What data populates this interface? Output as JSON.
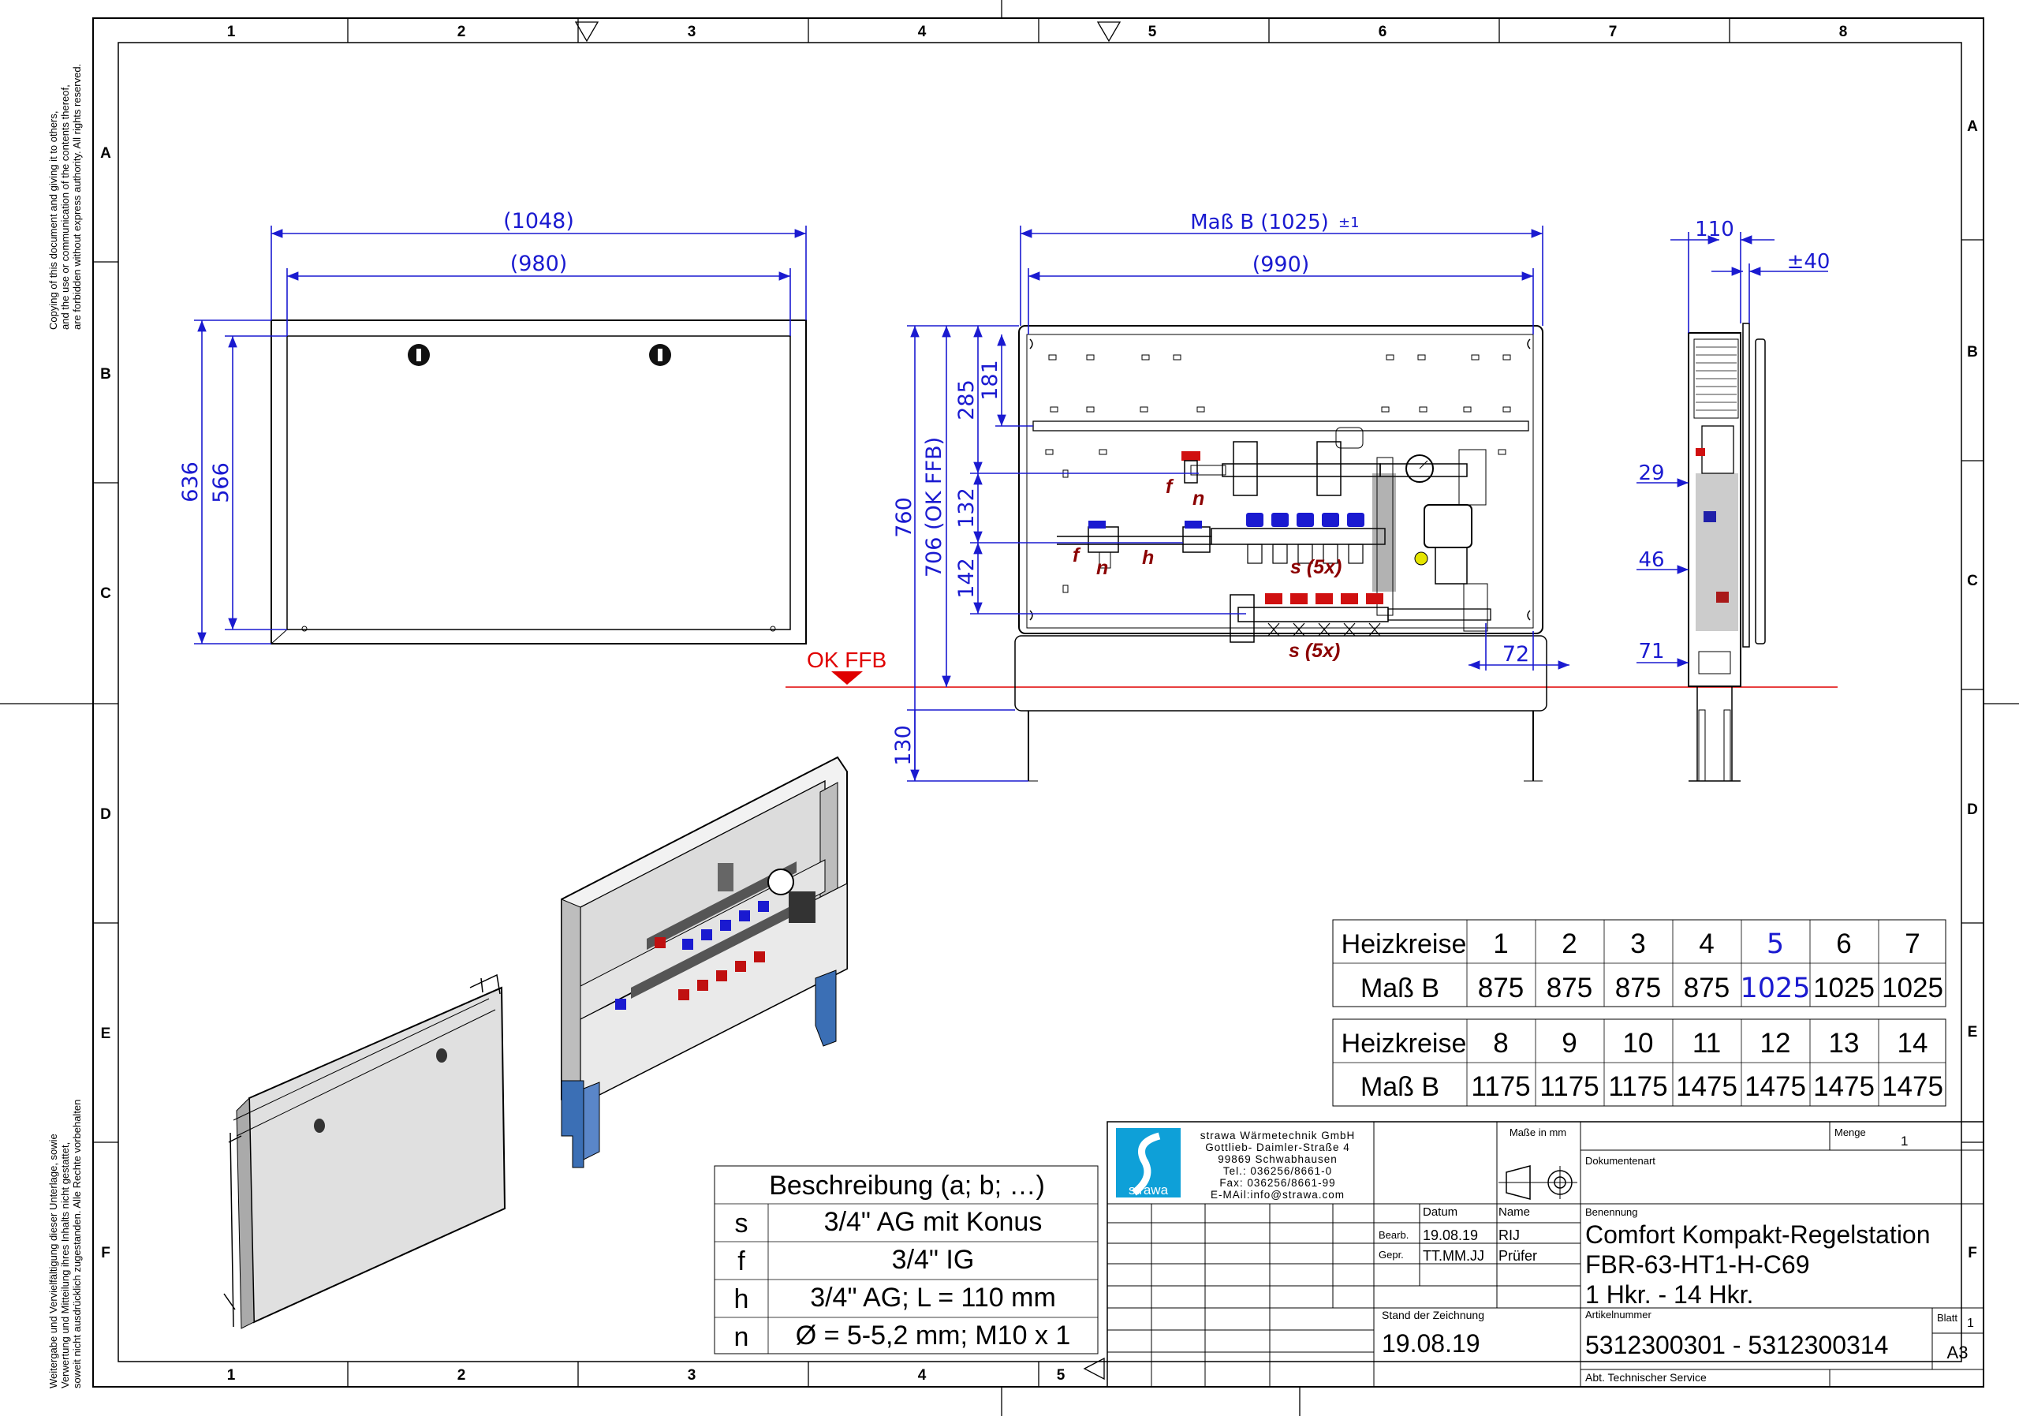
{
  "grid": {
    "columns": [
      "1",
      "2",
      "3",
      "4",
      "5",
      "6",
      "7",
      "8"
    ],
    "bottom_columns": [
      "1",
      "2",
      "3",
      "4",
      "5"
    ],
    "rows": [
      "A",
      "B",
      "C",
      "D",
      "E",
      "F"
    ]
  },
  "copyright_en": [
    "Copying of this document and giving it to others,",
    "and the use or communication of the contents thereof,",
    "are forbidden without express authority. All rights reserved."
  ],
  "copyright_de": [
    "Weitergabe und Vervielfältigung dieser Unterlage, sowie",
    "Verwertung und Mitteilung ihres Inhalts nicht gestattet,",
    "soweit nicht ausdrücklich zugestanden. Alle Rechte vorbehalten"
  ],
  "dimensions": {
    "front_outer_width": "(1048)",
    "front_inner_width": "(980)",
    "front_outer_height": "636",
    "front_inner_height": "566",
    "width_b": "Maß B (1025)",
    "width_b_tol": "±1",
    "inner_990": "(990)",
    "h760": "760",
    "h706": "706 (OK FFB)",
    "h285": "285",
    "h181": "181",
    "h132": "132",
    "h142": "142",
    "h130": "130",
    "d72": "72",
    "depth110": "110",
    "depth_tol": "±40",
    "d29": "29",
    "d46": "46",
    "d71": "71"
  },
  "floor_label": "OK FFB",
  "part_letters": {
    "f1": "f",
    "n1": "n",
    "f2": "f",
    "n2": "n",
    "h": "h",
    "s_upper": "s (5x)",
    "s_lower": "s (5x)"
  },
  "circuits_table_1": {
    "header": "Heizkreise",
    "row_label": "Maß B",
    "circuits": [
      "1",
      "2",
      "3",
      "4",
      "5",
      "6",
      "7"
    ],
    "widths": [
      "875",
      "875",
      "875",
      "875",
      "1025",
      "1025",
      "1025"
    ],
    "highlight_index": 4
  },
  "circuits_table_2": {
    "header": "Heizkreise",
    "row_label": "Maß B",
    "circuits": [
      "8",
      "9",
      "10",
      "11",
      "12",
      "13",
      "14"
    ],
    "widths": [
      "1175",
      "1175",
      "1175",
      "1475",
      "1475",
      "1475",
      "1475"
    ]
  },
  "description_table": {
    "header": "Beschreibung (a; b; …)",
    "rows": [
      {
        "key": "s",
        "value": "3/4\" AG mit Konus"
      },
      {
        "key": "f",
        "value": "3/4\" IG"
      },
      {
        "key": "h",
        "value": "3/4\" AG; L = 110 mm"
      },
      {
        "key": "n",
        "value": "Ø = 5-5,2 mm; M10 x 1"
      }
    ]
  },
  "title_block": {
    "company_lines": [
      "strawa Wärmetechnik GmbH",
      "Gottlieb- Daimler-Straße 4",
      "99869 Schwabhausen",
      "Tel.: 036256/8661-0",
      "Fax: 036256/8661-99",
      "E-MAil:info@strawa.com"
    ],
    "logo_text": "strawa",
    "units_label": "Maße in mm",
    "quantity_label": "Menge",
    "quantity": "1",
    "doc_type_label": "Dokumentenart",
    "name_label": "Benennung",
    "name_lines": [
      "Comfort Kompakt-Regelstation",
      "FBR-63-HT1-H-C69",
      "1 Hkr. - 14 Hkr."
    ],
    "date_header": "Datum",
    "name_header": "Name",
    "bearb_label": "Bearb.",
    "bearb_date": "19.08.19",
    "bearb_name": "RIJ",
    "gepr_label": "Gepr.",
    "gepr_date": "TT.MM.JJ",
    "gepr_name": "Prüfer",
    "stand_label": "Stand der Zeichnung",
    "stand_date": "19.08.19",
    "article_label": "Artikelnummer",
    "article_number": "5312300301 - 5312300314",
    "sheet_label": "Blatt",
    "sheet_number": "1",
    "format": "A3",
    "department": "Abt. Technischer Service"
  },
  "colors": {
    "dimension": "#1a1ad0",
    "floor_line": "#e00000",
    "parts_label": "#8b0000"
  }
}
